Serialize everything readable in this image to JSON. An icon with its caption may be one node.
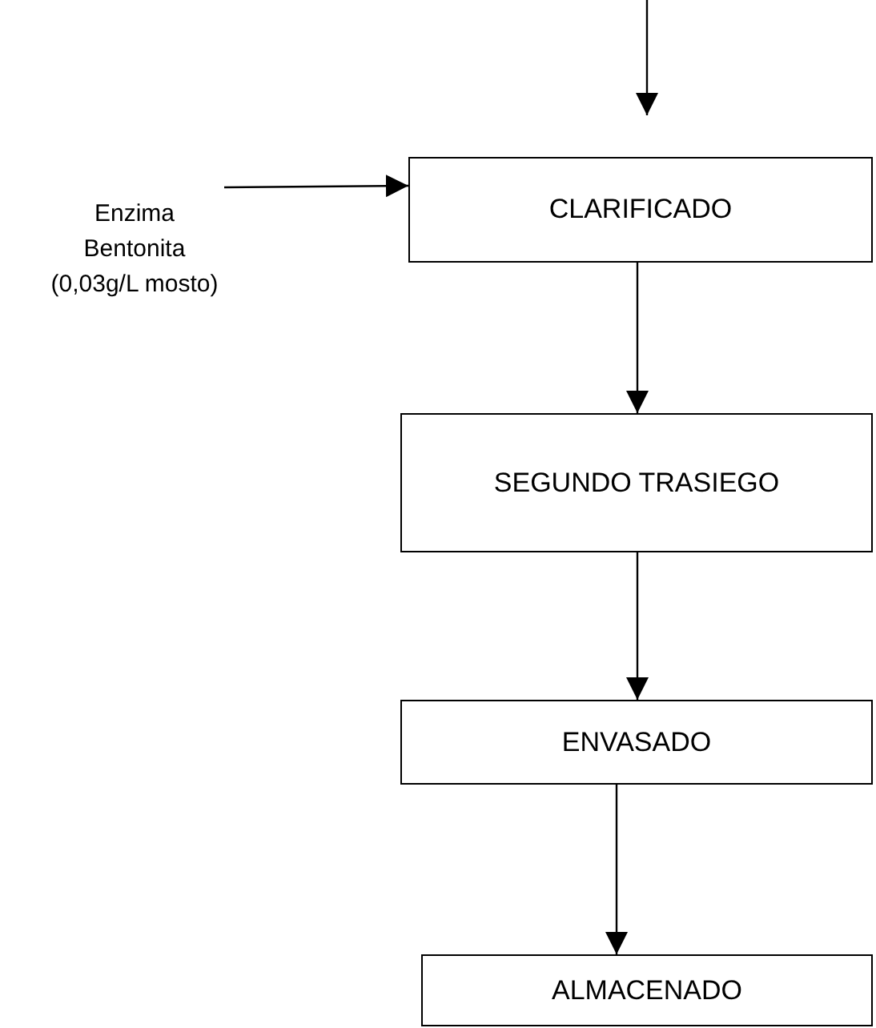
{
  "diagram": {
    "nodes": [
      {
        "text": [
          "Enzima Bentonita (0,03g/L mosto)"
        ]
      },
      {
        "text": [
          "CLARIFICADO"
        ]
      },
      {
        "text": [
          "SEGUNDO TRASIEGO"
        ]
      },
      {
        "text": [
          "ENVASADO"
        ]
      },
      {
        "text": [
          "ALMACENADO"
        ]
      }
    ],
    "edges": [
      {
        "from": null,
        "to": 1,
        "arrow": "to"
      },
      {
        "from": 0,
        "to": 1,
        "arrow": "to"
      },
      {
        "from": 1,
        "to": 2,
        "arrow": "to"
      },
      {
        "from": 2,
        "to": 3,
        "arrow": "to"
      },
      {
        "from": 3,
        "to": 4,
        "arrow": "to"
      }
    ]
  }
}
